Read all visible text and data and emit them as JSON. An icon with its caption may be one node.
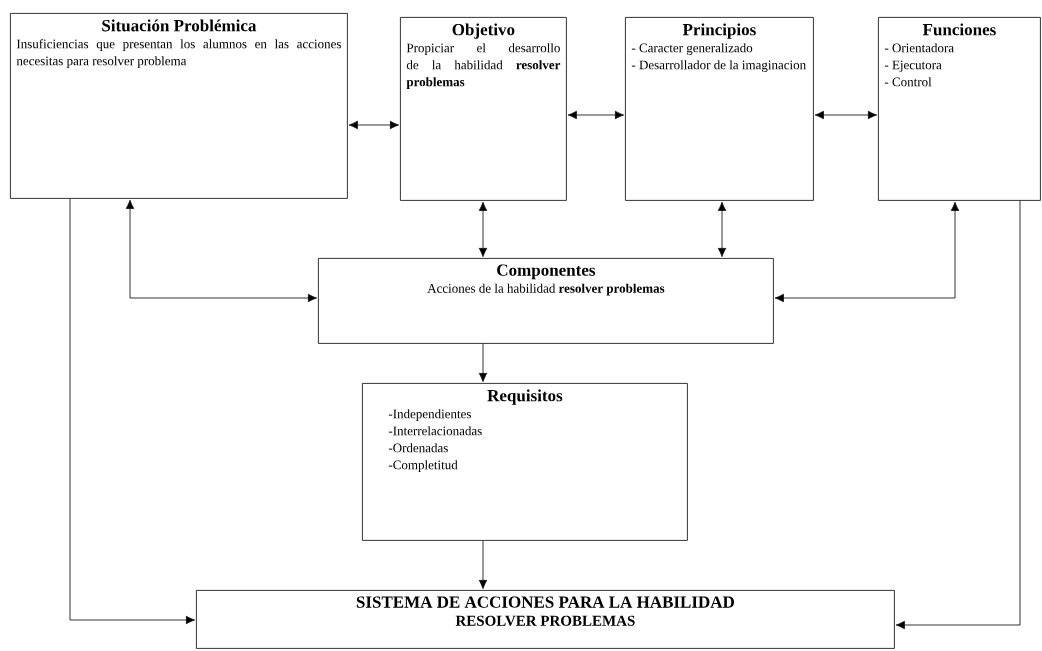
{
  "diagram": {
    "nodes": [
      {
        "text": [
          "Situación Problémica",
          "Insuficiencias que presentan los alumnos en las acciones necesitas para resolver problema"
        ]
      },
      {
        "text": [
          "Objetivo",
          "Propiciar el desarrollo de la habilidad **resolver problemas**"
        ]
      },
      {
        "text": [
          "Principios",
          "- Caracter generalizado",
          "- Desarrollador de la imaginacion"
        ]
      },
      {
        "text": [
          "Funciones",
          "- Orientadora",
          "- Ejecutora",
          "- Control"
        ]
      },
      {
        "text": [
          "Componentes",
          "Acciones de la habilidad **resolver problemas**"
        ]
      },
      {
        "text": [
          "Requisitos",
          "-Independientes",
          "-Interrelacionadas",
          "-Ordenadas",
          "-Completitud"
        ]
      },
      {
        "text": [
          "SISTEMA DE ACCIONES PARA LA HABILIDAD",
          "RESOLVER PROBLEMAS"
        ]
      }
    ],
    "edges": [
      {
        "from": 0,
        "to": 1,
        "arrow": "both"
      },
      {
        "from": 1,
        "to": 2,
        "arrow": "both"
      },
      {
        "from": 2,
        "to": 3,
        "arrow": "both"
      },
      {
        "from": 4,
        "to": 0,
        "arrow": "both"
      },
      {
        "from": 4,
        "to": 1,
        "arrow": "both"
      },
      {
        "from": 4,
        "to": 2,
        "arrow": "both"
      },
      {
        "from": 4,
        "to": 3,
        "arrow": "both"
      },
      {
        "from": 4,
        "to": 5,
        "arrow": "to"
      },
      {
        "from": 5,
        "to": 6,
        "arrow": "to"
      },
      {
        "from": 0,
        "to": 6,
        "arrow": "to"
      },
      {
        "from": 3,
        "to": 6,
        "arrow": "to"
      }
    ]
  }
}
